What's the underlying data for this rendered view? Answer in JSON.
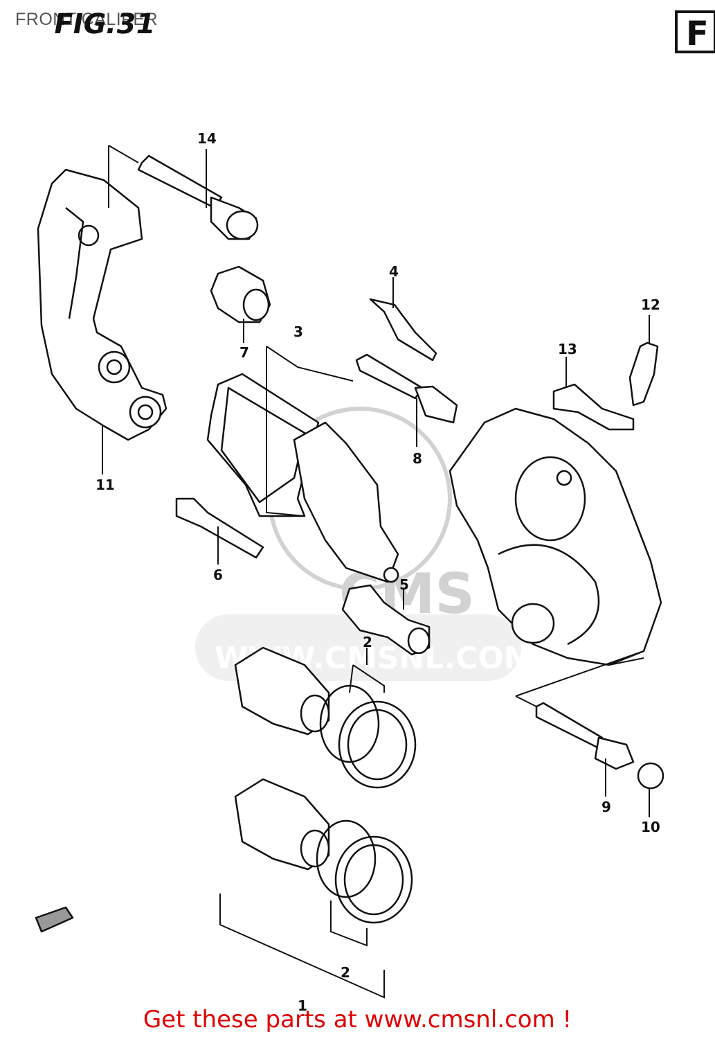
{
  "header": {
    "title": "FRONT CALIPER",
    "figure_label": "FIG.31",
    "box_letter": "F"
  },
  "callouts": {
    "c1": "1",
    "c2a": "2",
    "c2b": "2",
    "c3": "3",
    "c4": "4",
    "c5": "5",
    "c6": "6",
    "c7": "7",
    "c8": "8",
    "c9": "9",
    "c10": "10",
    "c11": "11",
    "c12": "12",
    "c13": "13",
    "c14": "14"
  },
  "watermark": {
    "text": "WWW.CMSNL.COM",
    "logo": "CMS"
  },
  "footer": {
    "text": "Get these parts at www.cmsnl.com !"
  }
}
